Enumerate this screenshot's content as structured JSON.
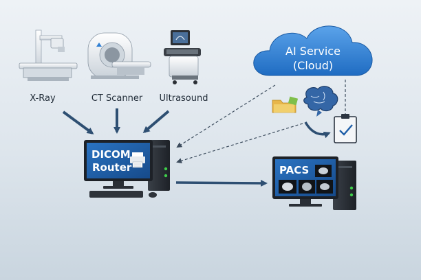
{
  "devices": {
    "xray": {
      "label": "X-Ray"
    },
    "ct": {
      "label": "CT Scanner"
    },
    "ultrasound": {
      "label": "Ultrasound"
    }
  },
  "router": {
    "line1": "DICOM",
    "line2": "Router"
  },
  "pacs": {
    "label": "PACS"
  },
  "cloud": {
    "line1": "AI Service",
    "line2": "(Cloud)"
  },
  "icons": [
    "folder-icon",
    "brain-icon",
    "checklist-icon",
    "printer-icon",
    "xray-machine-icon",
    "ct-scanner-icon",
    "ultrasound-machine-icon",
    "desktop-computer-icon"
  ],
  "colors": {
    "cloud": "#2f7fd3",
    "monitor_screen": "#1f5fa8",
    "arrow": "#2e4f72",
    "dashed": "#3b4b5c",
    "tower": "#2a2f36",
    "led": "#3ecf4a"
  }
}
